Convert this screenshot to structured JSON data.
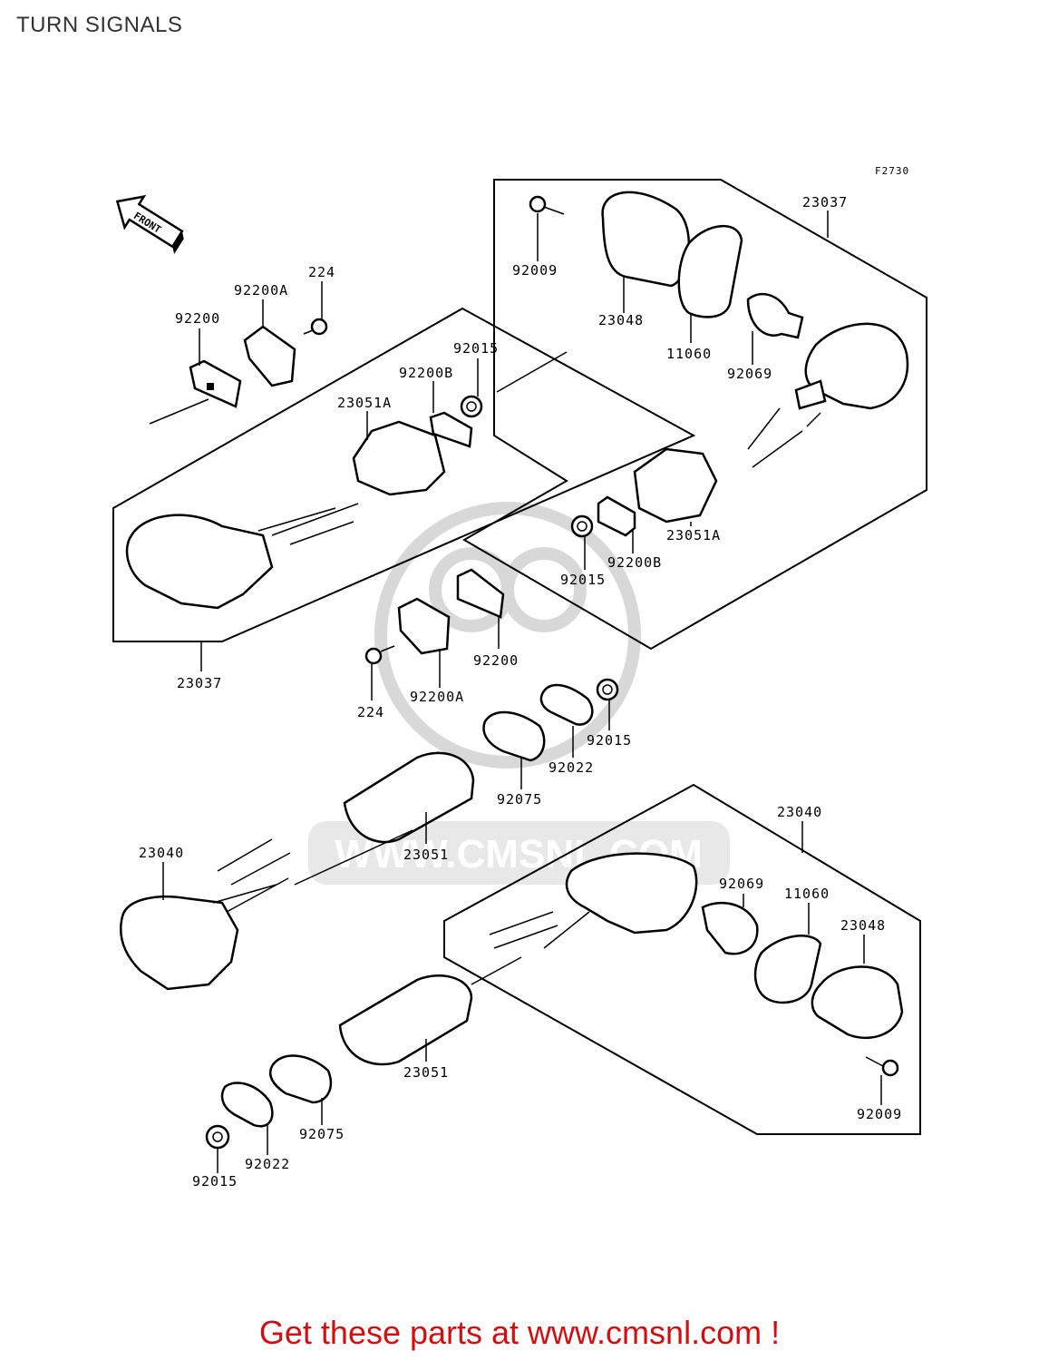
{
  "page_title": "TURN SIGNALS",
  "figure_code": "F2730",
  "front_arrow_label": "FRONT",
  "watermark_text": "WWW.CMSNL.COM",
  "labels": {
    "p23037_top": "23037",
    "p92009_top": "92009",
    "p23048_top": "23048",
    "p11060_top": "11060",
    "p92069_top": "92069",
    "p23051A_right": "23051A",
    "p92200B_right": "92200B",
    "p92015_right": "92015",
    "p224_top": "224",
    "p92200A_top": "92200A",
    "p92200_top": "92200",
    "p92015_mid": "92015",
    "p92200B_left": "92200B",
    "p23051A_left": "23051A",
    "p23037_left": "23037",
    "p92200_mid": "92200",
    "p224_mid": "224",
    "p92200A_mid": "92200A",
    "p92015_mid2": "92015",
    "p92022_mid": "92022",
    "p92075_mid": "92075",
    "p23051_mid": "23051",
    "p23040_left": "23040",
    "p23040_right": "23040",
    "p92069_bottom": "92069",
    "p11060_bottom": "11060",
    "p23048_bottom": "23048",
    "p92009_bottom": "92009",
    "p23051_bottom": "23051",
    "p92075_bottom": "92075",
    "p92022_bottom": "92022",
    "p92015_bottom": "92015"
  },
  "promo_text": "Get these parts at www.cmsnl.com !"
}
